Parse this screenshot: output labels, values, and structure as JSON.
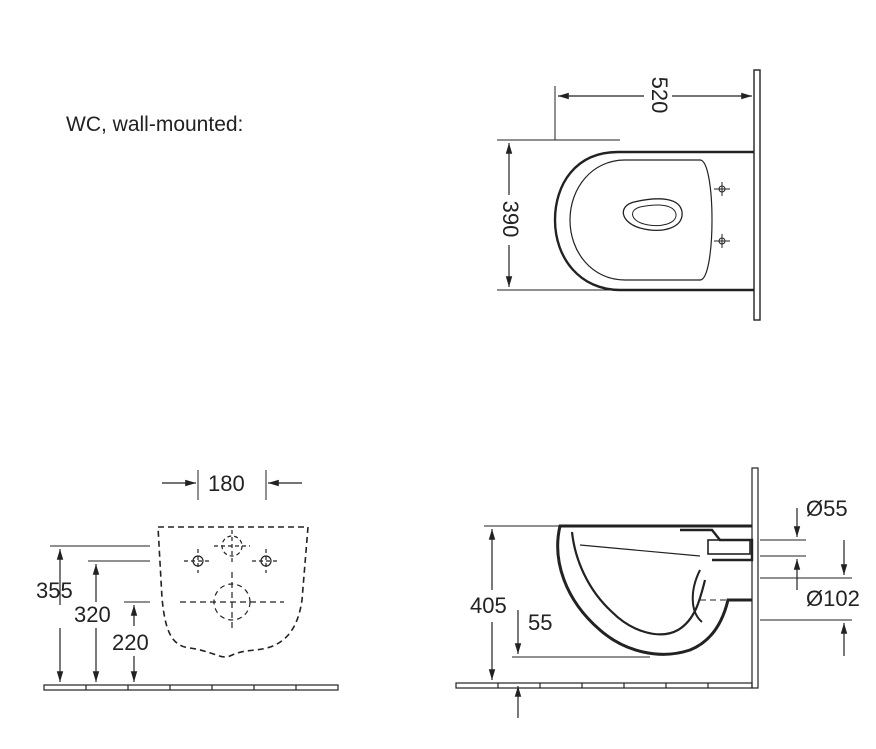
{
  "title": "WC, wall-mounted:",
  "dimensions": {
    "top_width": "520",
    "top_depth": "390",
    "front_fix_spacing": "180",
    "front_h1": "355",
    "front_h2": "320",
    "front_h3": "220",
    "side_height": "405",
    "side_offset": "55",
    "side_dia_small": "Ø55",
    "side_dia_large": "Ø102"
  },
  "colors": {
    "line": "#222222",
    "background": "#ffffff"
  }
}
